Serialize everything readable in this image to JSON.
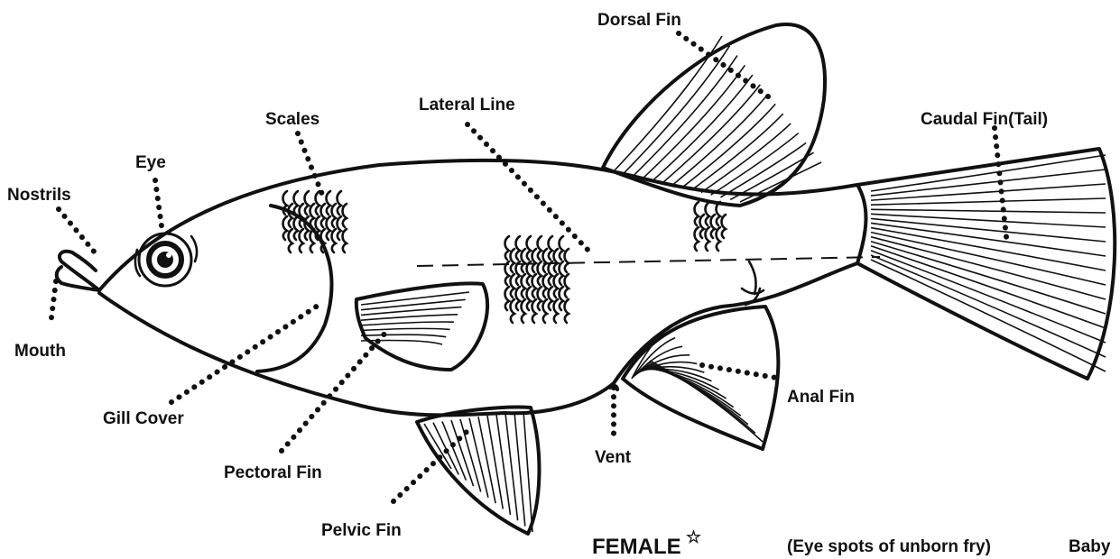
{
  "diagram": {
    "labels": {
      "dorsal_fin": "Dorsal Fin",
      "lateral_line": "Lateral Line",
      "scales": "Scales",
      "eye": "Eye",
      "nostrils": "Nostrils",
      "caudal_fin": "Caudal Fin(Tail)",
      "mouth": "Mouth",
      "gill_cover": "Gill Cover",
      "pectoral_fin": "Pectoral Fin",
      "pelvic_fin": "Pelvic Fin",
      "vent": "Vent",
      "anal_fin": "Anal Fin",
      "female": "FEMALE",
      "eye_spots": "(Eye spots of unborn fry)",
      "baby": "Baby"
    },
    "star_symbol": "☆",
    "ink_color": "#111111",
    "background": "#ffffff"
  }
}
